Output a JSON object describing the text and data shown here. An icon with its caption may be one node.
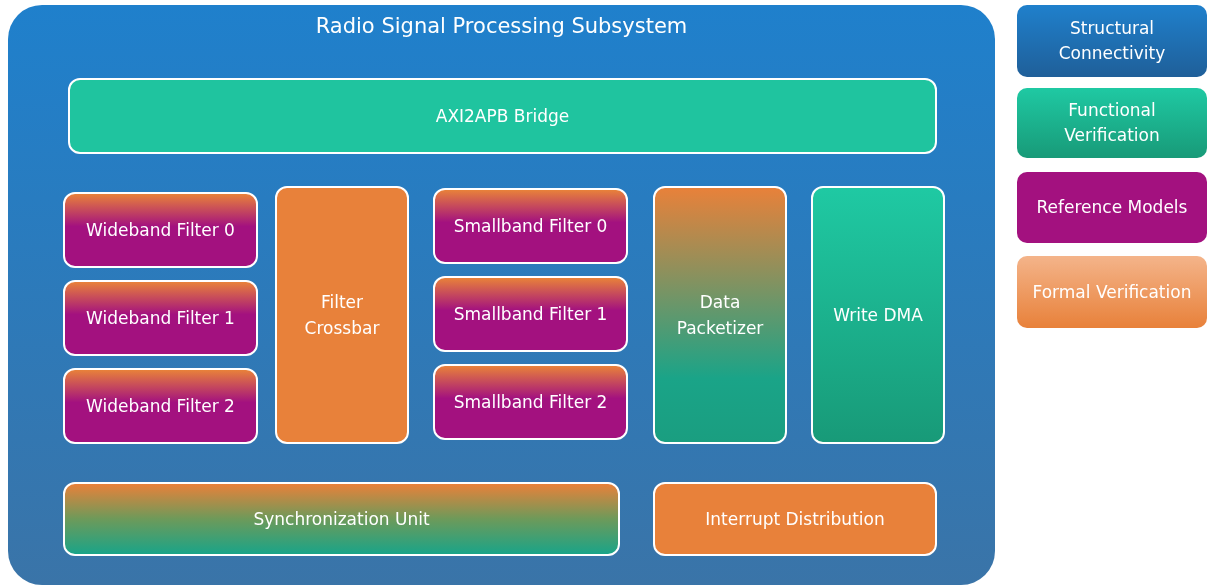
{
  "diagram": {
    "nodes": [
      {
        "text": [
          "Radio Signal Processing Subsystem"
        ]
      },
      {
        "text": [
          "AXI2APB Bridge"
        ],
        "in": 0
      },
      {
        "text": [
          "Wideband Filter 0"
        ],
        "in": 0
      },
      {
        "text": [
          "Wideband Filter 1"
        ],
        "in": 0
      },
      {
        "text": [
          "Wideband Filter 2"
        ],
        "in": 0
      },
      {
        "text": [
          "Filter Crossbar"
        ],
        "in": 0
      },
      {
        "text": [
          "Smallband Filter 0"
        ],
        "in": 0
      },
      {
        "text": [
          "Smallband Filter 1"
        ],
        "in": 0
      },
      {
        "text": [
          "Smallband Filter 2"
        ],
        "in": 0
      },
      {
        "text": [
          "Data Packetizer"
        ],
        "in": 0
      },
      {
        "text": [
          "Write DMA"
        ],
        "in": 0
      },
      {
        "text": [
          "Synchronization Unit"
        ],
        "in": 0
      },
      {
        "text": [
          "Interrupt Distribution"
        ],
        "in": 0
      }
    ],
    "edges": [],
    "legend": [
      {
        "text": "Structural Connectivity",
        "color": "#1f6fb0"
      },
      {
        "text": "Functional Verification",
        "color": "#1fc49f"
      },
      {
        "text": "Reference Models",
        "color": "#a3117f"
      },
      {
        "text": "Formal Verification",
        "color": "#e8813a"
      }
    ]
  }
}
